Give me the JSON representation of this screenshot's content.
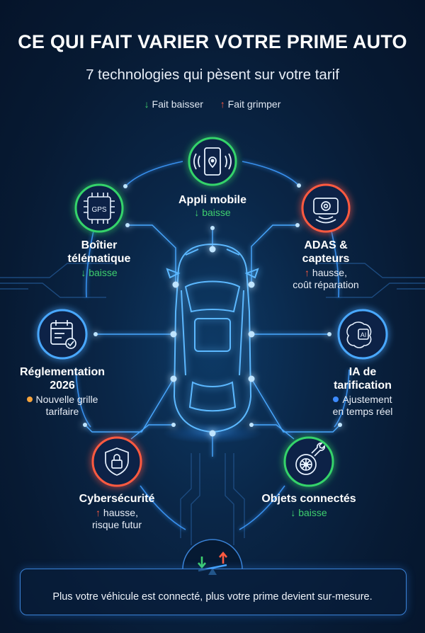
{
  "title": "CE QUI FAIT VARIER VOTRE PRIME AUTO",
  "subtitle": "7 technologies qui pèsent sur votre tarif",
  "legend": {
    "down_label": "Fait baisser",
    "up_label": "Fait grimper"
  },
  "nodes": {
    "app": {
      "title": "Appli mobile",
      "effect": "baisse",
      "icon": "smartphone-icon",
      "ring_color": "#34d36a"
    },
    "boitier": {
      "title1": "Boîtier",
      "title2": "télématique",
      "effect": "baisse",
      "icon": "gps-chip-icon",
      "ring_color": "#34d36a"
    },
    "adas": {
      "title1": "ADAS &",
      "title2": "capteurs",
      "effect1": "hausse,",
      "effect2": "coût réparation",
      "icon": "camera-sensor-icon",
      "ring_color": "#ff5a40"
    },
    "reglementation": {
      "title1": "Réglementation",
      "title2": "2026",
      "effect1": "Nouvelle grille",
      "effect2": "tarifaire",
      "icon": "calendar-check-icon",
      "ring_color": "#4aa8ff",
      "dot_color": "#f5a33c"
    },
    "ia": {
      "title1": "IA de",
      "title2": "tarification",
      "effect1": "Ajustement",
      "effect2": "en temps réel",
      "icon": "ai-brain-icon",
      "ring_color": "#4aa8ff",
      "dot_color": "#3d8bff"
    },
    "cyber": {
      "title": "Cybersécurité",
      "effect1": "hausse,",
      "effect2": "risque futur",
      "icon": "shield-lock-icon",
      "ring_color": "#ff5a40"
    },
    "objets": {
      "title": "Objets connectés",
      "effect": "baisse",
      "icon": "tire-wrench-icon",
      "ring_color": "#34d36a"
    }
  },
  "footer": {
    "text": "Plus votre véhicule est connecté, plus votre prime devient sur-mesure.",
    "icon": "balance-scale-icon"
  },
  "colors": {
    "down": "#3ecf6e",
    "up": "#ff5a40",
    "accent": "#4aa8ff"
  }
}
